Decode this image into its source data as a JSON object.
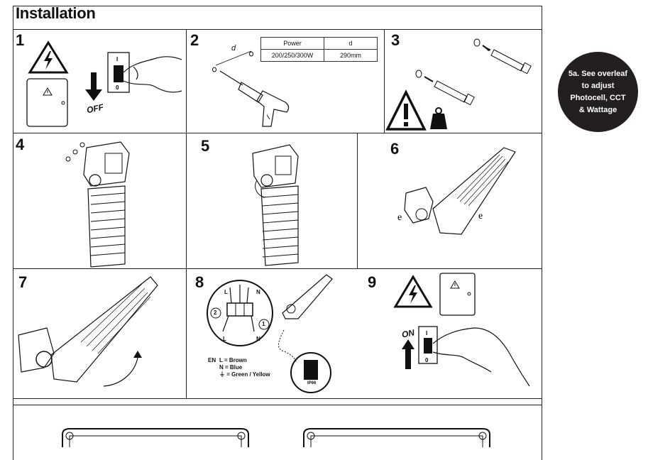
{
  "title": "Installation",
  "steps": [
    "1",
    "2",
    "3",
    "4",
    "5",
    "6",
    "7",
    "8",
    "9"
  ],
  "power_table": {
    "headers": [
      "Power",
      "d"
    ],
    "row": [
      "200/250/300W",
      "290mm"
    ]
  },
  "dim_label": "d",
  "off_label": "OFF",
  "on_label": "ON",
  "switch_on_mark": "I",
  "switch_off_mark": "0",
  "wiring": {
    "lang": "EN",
    "l_line": "L = Brown",
    "n_line": "N = Blue",
    "ground_line": "⏚ = Green / Yellow",
    "terminal_l": "L",
    "terminal_n": "N",
    "num1": "1",
    "num2": "2",
    "ip_label": "IP66"
  },
  "badge": {
    "lines": [
      "5a. See overleaf",
      "to adjust",
      "Photocell, CCT",
      "& Wattage"
    ]
  },
  "colors": {
    "badge_bg": "#231f20",
    "line": "#222222"
  }
}
